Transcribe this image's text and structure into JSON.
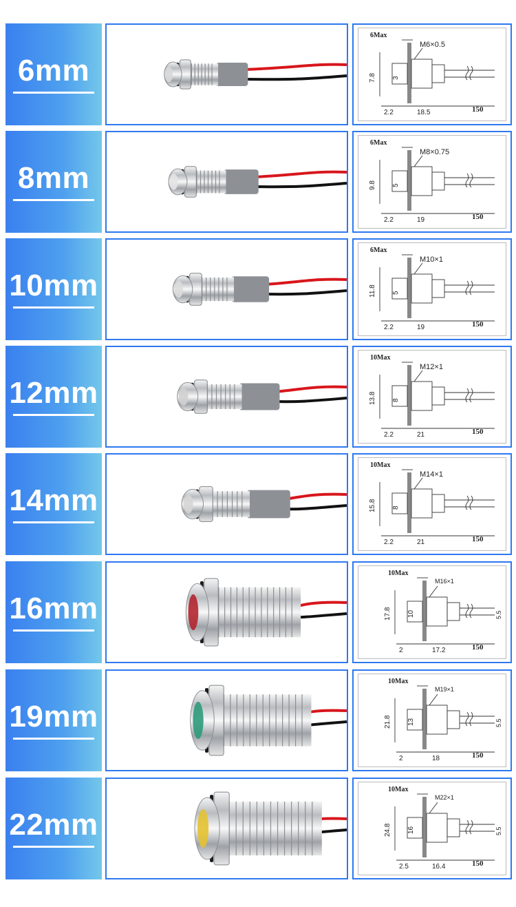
{
  "rows": [
    {
      "size": "6mm",
      "max": "6Max",
      "thread": "M6×0.5",
      "height": "7.8",
      "lens": "3",
      "flange": "2.2",
      "body": "18.5",
      "wire": "150",
      "wire_dia": "",
      "lens_color": "#d8d8d8"
    },
    {
      "size": "8mm",
      "max": "6Max",
      "thread": "M8×0.75",
      "height": "9.8",
      "lens": "5",
      "flange": "2.2",
      "body": "19",
      "wire": "150",
      "wire_dia": "",
      "lens_color": "#e4e4e4"
    },
    {
      "size": "10mm",
      "max": "6Max",
      "thread": "M10×1",
      "height": "11.8",
      "lens": "5",
      "flange": "2.2",
      "body": "19",
      "wire": "150",
      "wire_dia": "",
      "lens_color": "#dcdcdc"
    },
    {
      "size": "12mm",
      "max": "10Max",
      "thread": "M12×1",
      "height": "13.8",
      "lens": "8",
      "flange": "2.2",
      "body": "21",
      "wire": "150",
      "wire_dia": "",
      "lens_color": "#d0d0d0"
    },
    {
      "size": "14mm",
      "max": "10Max",
      "thread": "M14×1",
      "height": "15.8",
      "lens": "8",
      "flange": "2.2",
      "body": "21",
      "wire": "150",
      "wire_dia": "",
      "lens_color": "#d6d6d6"
    },
    {
      "size": "16mm",
      "max": "10Max",
      "thread": "M16×1",
      "height": "17.8",
      "lens": "10",
      "flange": "2",
      "body": "17.2",
      "wire": "150",
      "wire_dia": "5.5",
      "lens_color": "#b3262f"
    },
    {
      "size": "19mm",
      "max": "10Max",
      "thread": "M19×1",
      "height": "21.8",
      "lens": "13",
      "flange": "2",
      "body": "18",
      "wire": "150",
      "wire_dia": "5.5",
      "lens_color": "#2f9a7a"
    },
    {
      "size": "22mm",
      "max": "10Max",
      "thread": "M22×1",
      "height": "24.8",
      "lens": "16",
      "flange": "2.5",
      "body": "16.4",
      "wire": "150",
      "wire_dia": "5.5",
      "lens_color": "#e3c230"
    }
  ],
  "colors": {
    "accent": "#2d78f0",
    "label_start": "#3a80ef",
    "label_end": "#74c7ea",
    "wire_red": "#d8161c",
    "wire_black": "#111111",
    "sleeve": "#8d9196"
  }
}
